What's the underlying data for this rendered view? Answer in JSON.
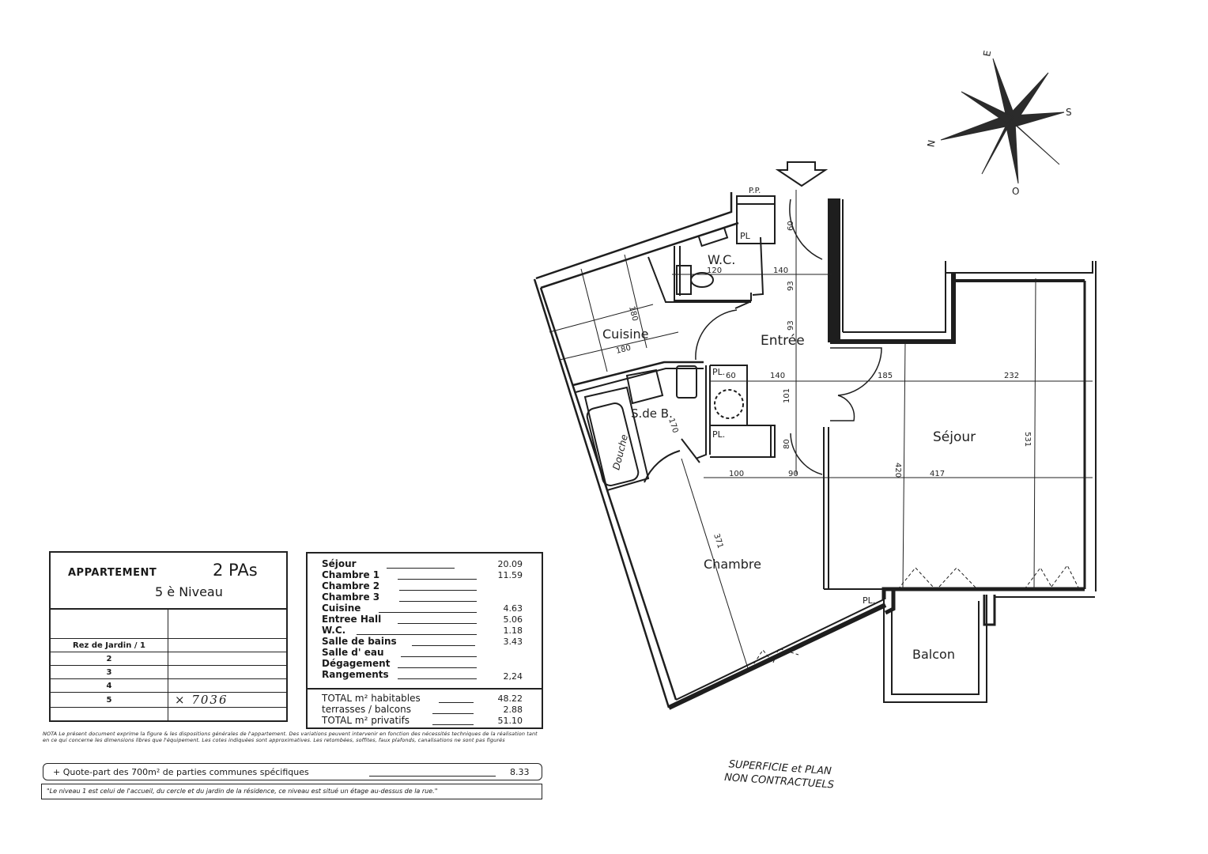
{
  "apartment": {
    "label": "APPARTEMENT",
    "code": "2 PAs",
    "level": "5 è Niveau"
  },
  "levels": {
    "rows": [
      {
        "level": "Rez de Jardin / 1",
        "value": ""
      },
      {
        "level": "2",
        "value": ""
      },
      {
        "level": "3",
        "value": ""
      },
      {
        "level": "4",
        "value": ""
      },
      {
        "level": "5",
        "value": "× 7036"
      }
    ]
  },
  "surfaces": {
    "rows": [
      {
        "room": "Séjour",
        "value": "20.09"
      },
      {
        "room": "Chambre 1",
        "value": "11.59"
      },
      {
        "room": "Chambre 2",
        "value": ""
      },
      {
        "room": "Chambre 3",
        "value": ""
      },
      {
        "room": "Cuisine",
        "value": "4.63"
      },
      {
        "room": "Entree Hall",
        "value": "5.06"
      },
      {
        "room": "W.C.",
        "value": "1.18"
      },
      {
        "room": "Salle de bains",
        "value": "3.43"
      },
      {
        "room": "Salle d' eau",
        "value": ""
      },
      {
        "room": "Dégagement",
        "value": ""
      },
      {
        "room": "Rangements",
        "value": "2,24"
      }
    ],
    "totals": [
      {
        "label": "TOTAL m² habitables",
        "value": "48.22"
      },
      {
        "label": "terrasses / balcons",
        "value": "2.88"
      },
      {
        "label": "TOTAL m² privatifs",
        "value": "51.10"
      }
    ]
  },
  "nota": "NOTA Le présent document exprime la figure & les dispositions générales de l'appartement. Des variations peuvent intervenir en fonction des nécessités techniques de la réalisation tant en ce qui concerne les dimensions libres que l'équipement. Les cotes indiquées sont approximatives. Les retombées, soffites, faux plafonds, canalisations ne sont pas figurés",
  "quote_part": {
    "label": "+ Quote-part des 700m² de parties communes spécifiques",
    "value": "8.33"
  },
  "footnote": "\"Le niveau 1 est celui de l'accueil, du cercle et du jardin de la résidence, ce niveau est situé un étage au-dessus de la rue.\"",
  "disclaimer": {
    "line1": "SUPERFICIE et PLAN",
    "line2": "NON CONTRACTUELS"
  },
  "plan": {
    "rooms": {
      "cuisine": "Cuisine",
      "wc": "W.C.",
      "entree": "Entrée",
      "sdb": "S.de B.",
      "douche": "Douche",
      "sejour": "Séjour",
      "chambre": "Chambre",
      "balcon": "Balcon"
    },
    "labels": {
      "pp": "P.P.",
      "pl1": "PL",
      "pl2": "PL.",
      "pl3": "PL.",
      "pl4": "PL."
    },
    "dimensions": {
      "d60a": "60",
      "d93a": "93",
      "d93b": "93",
      "d120": "120",
      "d140a": "140",
      "d180a": "180",
      "d180b": "180",
      "d60b": "60",
      "d140b": "140",
      "d101": "101",
      "d80": "80",
      "d170": "170",
      "d100": "100",
      "d90": "90",
      "d185": "185",
      "d232": "232",
      "d531": "531",
      "d420": "420",
      "d417": "417",
      "d371": "371"
    },
    "compass": {
      "n": "N",
      "e": "E",
      "s": "S",
      "o": "O"
    }
  }
}
